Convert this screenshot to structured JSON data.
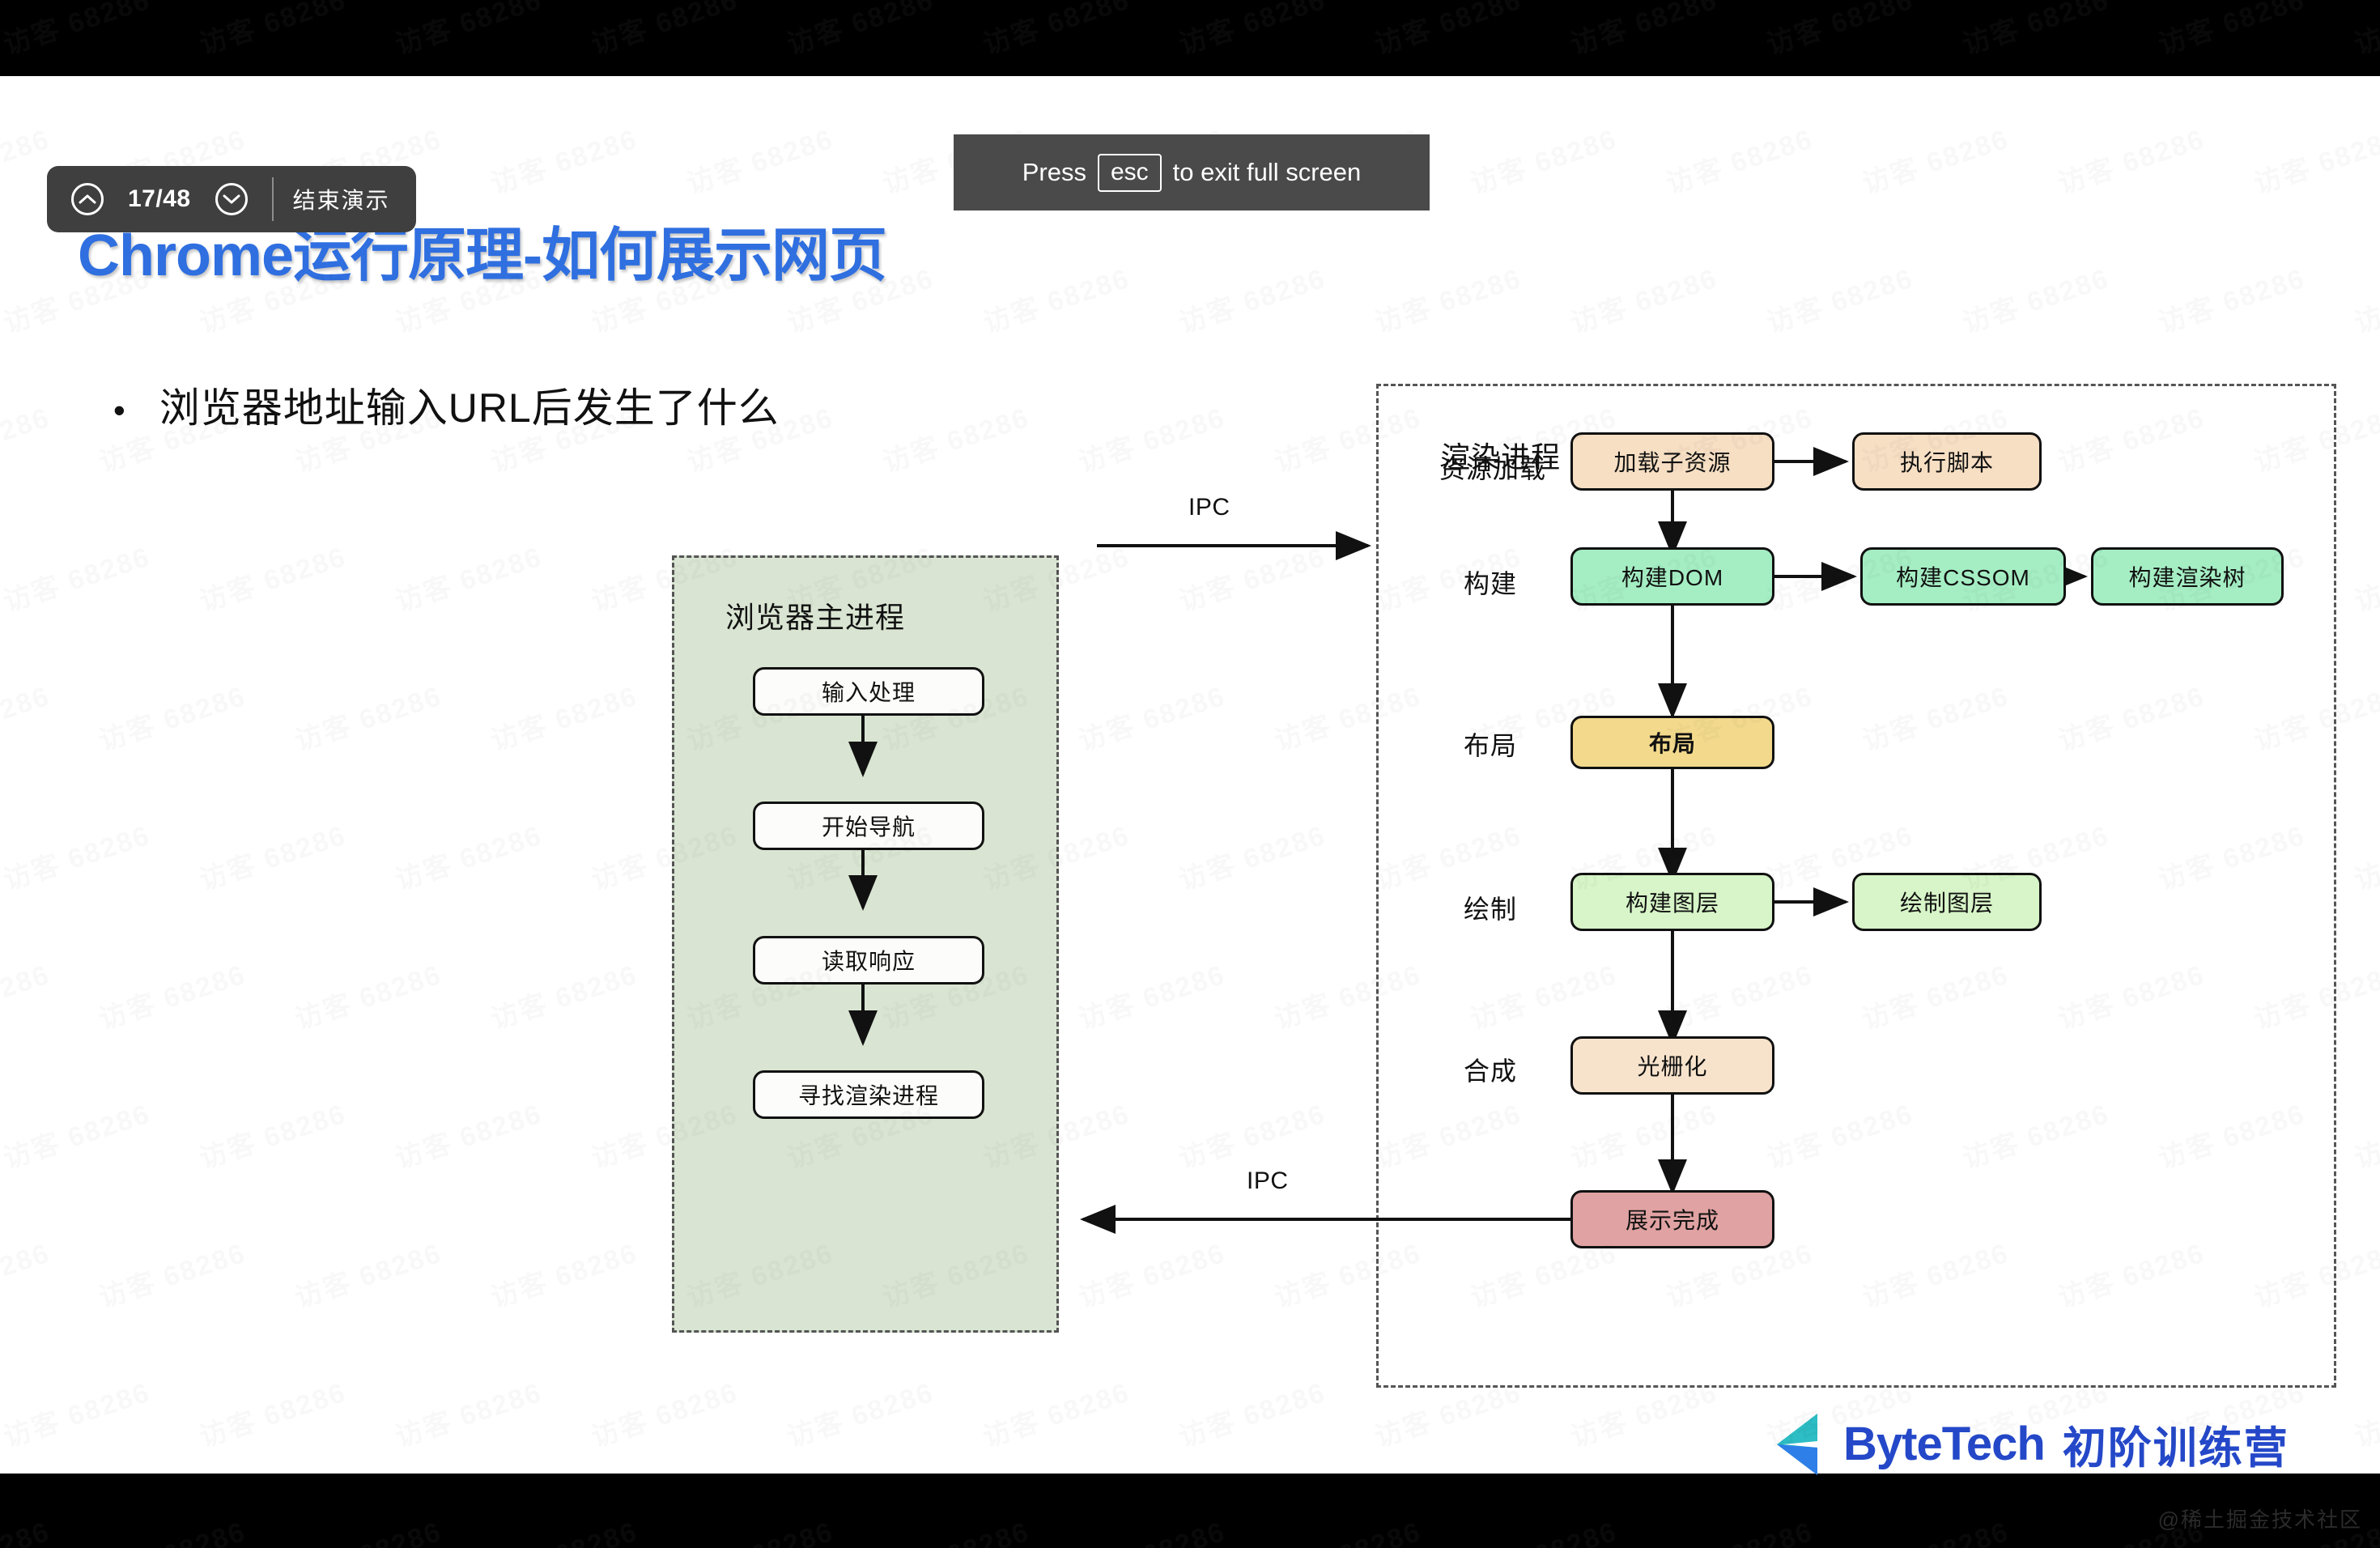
{
  "presenter": {
    "prev_icon": "chevron-up-circle-icon",
    "next_icon": "chevron-down-circle-icon",
    "page_indicator": "17/48",
    "end_label": "结束演示"
  },
  "esc_hint": {
    "before": "Press",
    "key": "esc",
    "after": "to exit full screen"
  },
  "slide": {
    "title": "Chrome运行原理-如何展示网页",
    "bullet_marker": "•",
    "bullet_text": "浏览器地址输入URL后发生了什么"
  },
  "browser_process": {
    "group_label": "浏览器主进程",
    "nodes": [
      {
        "label": "输入处理"
      },
      {
        "label": "开始导航"
      },
      {
        "label": "读取响应"
      },
      {
        "label": "寻找渲染进程"
      }
    ]
  },
  "render_process": {
    "group_label": "渲染进程",
    "rows": [
      {
        "stage": "资源加载",
        "nodes": [
          "加载子资源",
          "执行脚本"
        ]
      },
      {
        "stage": "构建",
        "nodes": [
          "构建DOM",
          "构建CSSOM",
          "构建渲染树"
        ]
      },
      {
        "stage": "布局",
        "nodes": [
          "布局"
        ]
      },
      {
        "stage": "绘制",
        "nodes": [
          "构建图层",
          "绘制图层"
        ]
      },
      {
        "stage": "合成",
        "nodes": [
          "光栅化"
        ]
      },
      {
        "stage": "",
        "nodes": [
          "展示完成"
        ]
      }
    ]
  },
  "edges": {
    "ipc_out": "IPC",
    "ipc_back": "IPC"
  },
  "footer": {
    "brand": "ByteTech",
    "brand_sub": "初阶训练营",
    "credit": "@稀土掘金技术社区"
  },
  "watermark": {
    "text": "访客 68286"
  },
  "colors": {
    "title_blue": "#2f6fe0",
    "brand_blue": "#2448c8",
    "group_fill_green": "#d9e5d2",
    "node_peach": "#f7dfc4",
    "node_mint": "#a5eec4",
    "node_yellow": "#f2d98c",
    "node_light_green": "#d7f5c8",
    "node_cream": "#f7e3cc",
    "node_pink": "#e0a2a2",
    "node_white": "#fcfcfa"
  }
}
